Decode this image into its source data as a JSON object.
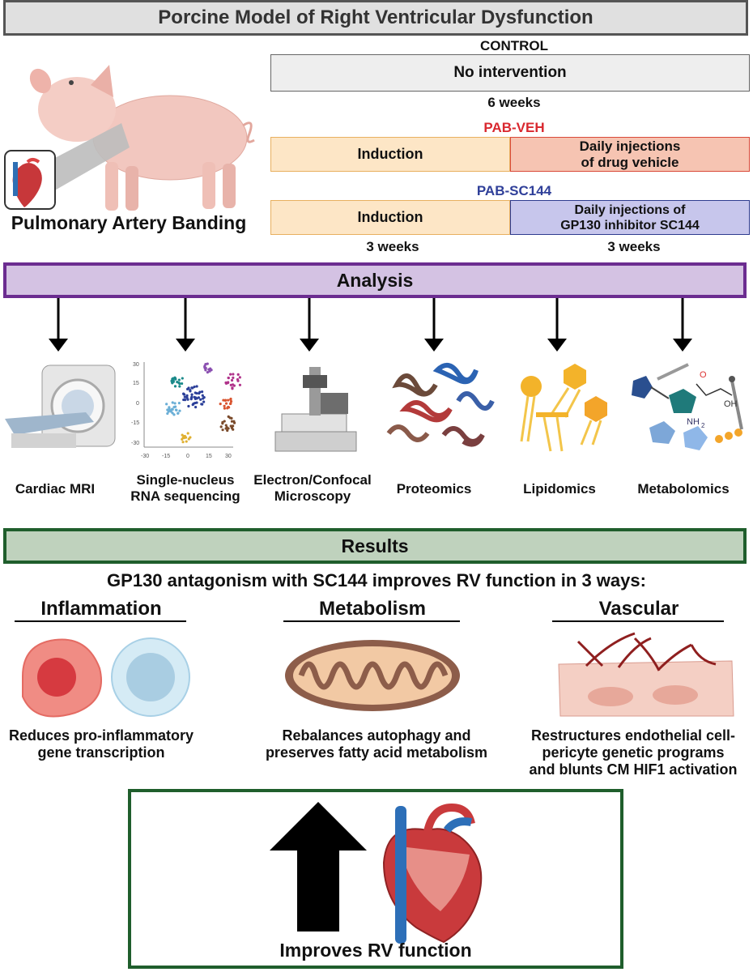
{
  "title": "Porcine Model of Right Ventricular Dysfunction",
  "pig_caption": "Pulmonary Artery Banding",
  "groups": {
    "control": {
      "name": "CONTROL",
      "bar": "No intervention",
      "duration": "6 weeks"
    },
    "pab_veh": {
      "name": "PAB-VEH",
      "induction": "Induction",
      "treatment_line1": "Daily injections",
      "treatment_line2": "of drug vehicle"
    },
    "pab_sc144": {
      "name": "PAB-SC144",
      "induction": "Induction",
      "treatment_line1": "Daily injections of",
      "treatment_line2": "GP130 inhibitor SC144"
    },
    "duration_left": "3 weeks",
    "duration_right": "3 weeks"
  },
  "colors": {
    "pab_veh": "#d9282f",
    "pab_sc144": "#2f3f99",
    "analysis_border": "#6b2c90",
    "results_border": "#1f5e2c"
  },
  "analysis": {
    "title": "Analysis",
    "methods": [
      {
        "line1": "Cardiac MRI",
        "line2": "",
        "icon": "mri-scanner-icon"
      },
      {
        "line1": "Single-nucleus",
        "line2": "RNA sequencing",
        "icon": "umap-plot-icon"
      },
      {
        "line1": "Electron/Confocal",
        "line2": "Microscopy",
        "icon": "microscope-icon"
      },
      {
        "line1": "Proteomics",
        "line2": "",
        "icon": "protein-icon"
      },
      {
        "line1": "Lipidomics",
        "line2": "",
        "icon": "lipid-icon"
      },
      {
        "line1": "Metabolomics",
        "line2": "",
        "icon": "metabolite-icon"
      }
    ],
    "umap_ticks": {
      "x": [
        "-30",
        "-15",
        "0",
        "15",
        "30"
      ],
      "y": [
        "30",
        "15",
        "0",
        "-15",
        "-30"
      ]
    },
    "metabolite_labels": {
      "o": "O",
      "oh": "OH",
      "nh2": "NH",
      "sub2": "2"
    }
  },
  "results": {
    "title": "Results",
    "subtitle": "GP130 antagonism with SC144 improves RV function in 3 ways:",
    "categories": [
      {
        "head": "Inflammation",
        "line1": "Reduces pro-inflammatory",
        "line2": "gene transcription",
        "line3": ""
      },
      {
        "head": "Metabolism",
        "line1": "Rebalances autophagy and",
        "line2": "preserves fatty acid metabolism",
        "line3": ""
      },
      {
        "head": "Vascular",
        "line1": "Restructures endothelial cell-",
        "line2": "pericyte genetic programs",
        "line3": "and blunts CM HIF1 activation"
      }
    ],
    "conclusion": "Improves RV function"
  }
}
